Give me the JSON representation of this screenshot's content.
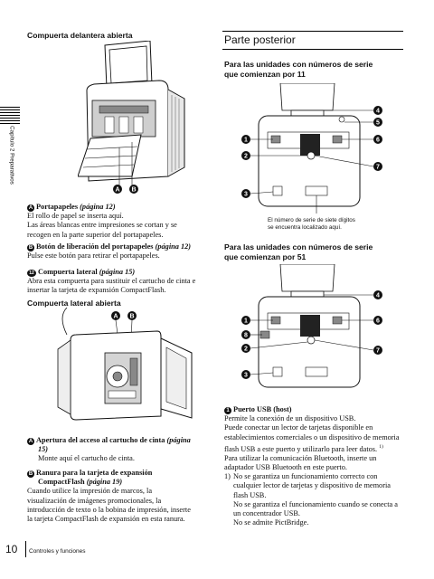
{
  "left": {
    "front_heading": "Compuerta delantera abierta",
    "item_a_title": "Portapapeles",
    "item_a_ref": "(página 12)",
    "item_a_body": [
      "El rollo de papel se inserta aquí.",
      "Las áreas blancas entre impresiones se cortan y se",
      "recogen en la parte superior del portapapeles."
    ],
    "item_b_title": "Botón de liberación del portapapeles",
    "item_b_ref": "(página 12)",
    "item_b_body": "Pulse este botón para retirar el portapapeles.",
    "item_12_num": "12",
    "item_12_title": "Compuerta lateral",
    "item_12_ref": "(página 15)",
    "item_12_body": [
      "Abra esta compuerta para sustituir el cartucho de cinta e",
      "insertar la tarjeta de expansión CompactFlash."
    ],
    "side_heading": "Compuerta lateral abierta",
    "side_a_title": "Apertura del acceso al cartucho de cinta",
    "side_a_ref": "(página",
    "side_a_ref2": "15)",
    "side_a_body": "Monte aquí el cartucho de cinta.",
    "side_b_title1": "Ranura para la tarjeta de expansión",
    "side_b_title2": "CompactFlash",
    "side_b_ref": "(página 19)",
    "side_b_body": [
      "Cuando utilice la impresión de marcos, la",
      "visualización de imágenes promocionales, la",
      "introducción de texto o la bobina de impresión, inserte",
      "la tarjeta CompactFlash de expansión en esta ranura."
    ]
  },
  "right": {
    "section_title": "Parte posterior",
    "serial11_heading": [
      "Para las unidades con números de serie",
      "que comienzan por 11"
    ],
    "serial_note": [
      "El número de serie de siete dígitos",
      "se encuentra localizado aquí."
    ],
    "serial51_heading": [
      "Para las unidades con números de serie",
      "que comienzan por 51"
    ],
    "usb_num": "1",
    "usb_title": "Puerto USB (host)",
    "usb_body": [
      "Permite la conexión de un dispositivo USB.",
      "Puede conectar un lector de tarjetas disponible en",
      "establecimientos comerciales o un dispositivo de memoria",
      "flash USB a este puerto y utilizarlo para leer datos."
    ],
    "usb_sup": "1)",
    "usb_body2": [
      "Para utilizar la comunicación Bluetooth, inserte un",
      "adaptador USB Bluetooth en este puerto."
    ],
    "fn1_num": "1)",
    "fn1_lines": [
      "No se garantiza un funcionamiento correcto con",
      "cualquier lector de tarjetas y dispositivo de memoria",
      "flash USB.",
      "No se garantiza el funcionamiento cuando se conecta a",
      "un concentrador USB.",
      "No se admite PictBridge."
    ]
  },
  "sidebar": {
    "chapter": "Capítulo 2  Preparativos"
  },
  "footer": {
    "page_num": "10",
    "label": "Controles y funciones"
  },
  "callouts": {
    "a": "A",
    "b": "B",
    "n1": "1",
    "n2": "2",
    "n3": "3",
    "n4": "4",
    "n5": "5",
    "n6": "6",
    "n7": "7",
    "n8": "8"
  }
}
